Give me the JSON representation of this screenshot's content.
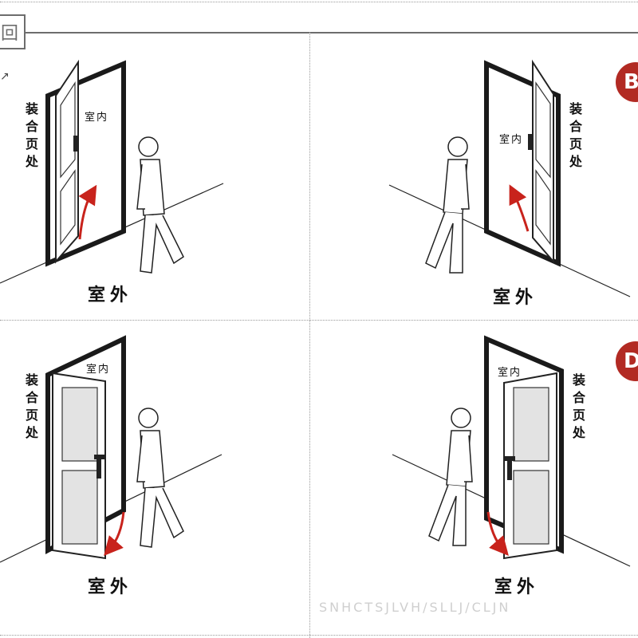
{
  "corner_badge": "回",
  "badges": {
    "top_right": "B",
    "bottom_right": "D"
  },
  "left_edge_mark": "↗",
  "panels": [
    {
      "id": "top-left",
      "side_label": "装合页处",
      "indoor_label": "室内",
      "outdoor_label": "室外"
    },
    {
      "id": "top-right",
      "side_label": "装合页处",
      "indoor_label": "室内",
      "outdoor_label": "室外"
    },
    {
      "id": "bottom-left",
      "side_label": "装合页处",
      "indoor_label": "室内",
      "outdoor_label": "室外"
    },
    {
      "id": "bottom-right",
      "side_label": "装合页处",
      "indoor_label": "室内",
      "outdoor_label": "室外"
    }
  ],
  "colors": {
    "arrow": "#c8231c",
    "frame": "#1a1a1a",
    "badge": "#b22a23"
  },
  "watermark": "SNHCTSJLVH/SLLJ/CLJN"
}
